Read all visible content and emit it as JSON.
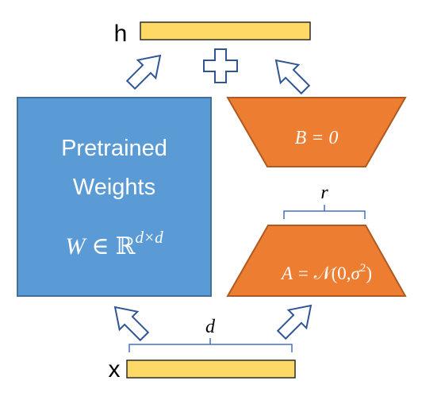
{
  "labels": {
    "output": "h",
    "input": "x",
    "pretrained_line1": "Pretrained",
    "pretrained_line2": "Weights",
    "weight_symbol": "W",
    "weight_in": "∈",
    "weight_space": "ℝ",
    "weight_dims": "d×d",
    "matrix_b": "B = 0",
    "matrix_a_prefix": "A = ",
    "matrix_a_dist": "𝒩(0,",
    "matrix_a_sigma": "σ",
    "matrix_a_sq": "2",
    "matrix_a_close": ")",
    "rank": "r",
    "dim": "d"
  },
  "icons": {
    "plus": "plus-icon",
    "arrow": "hollow-arrow-icon"
  },
  "colors": {
    "pretrained_fill": "#5B9BD5",
    "pretrained_stroke": "#41719C",
    "adapter_fill": "#ED7D31",
    "adapter_stroke": "#AE5A21",
    "vector_fill": "#FFD966",
    "vector_stroke": "#2B2B2B",
    "arrow_stroke": "#2F5597",
    "brace_stroke": "#4472C4",
    "text_light": "#FFFFFF",
    "text_dark": "#000000"
  }
}
